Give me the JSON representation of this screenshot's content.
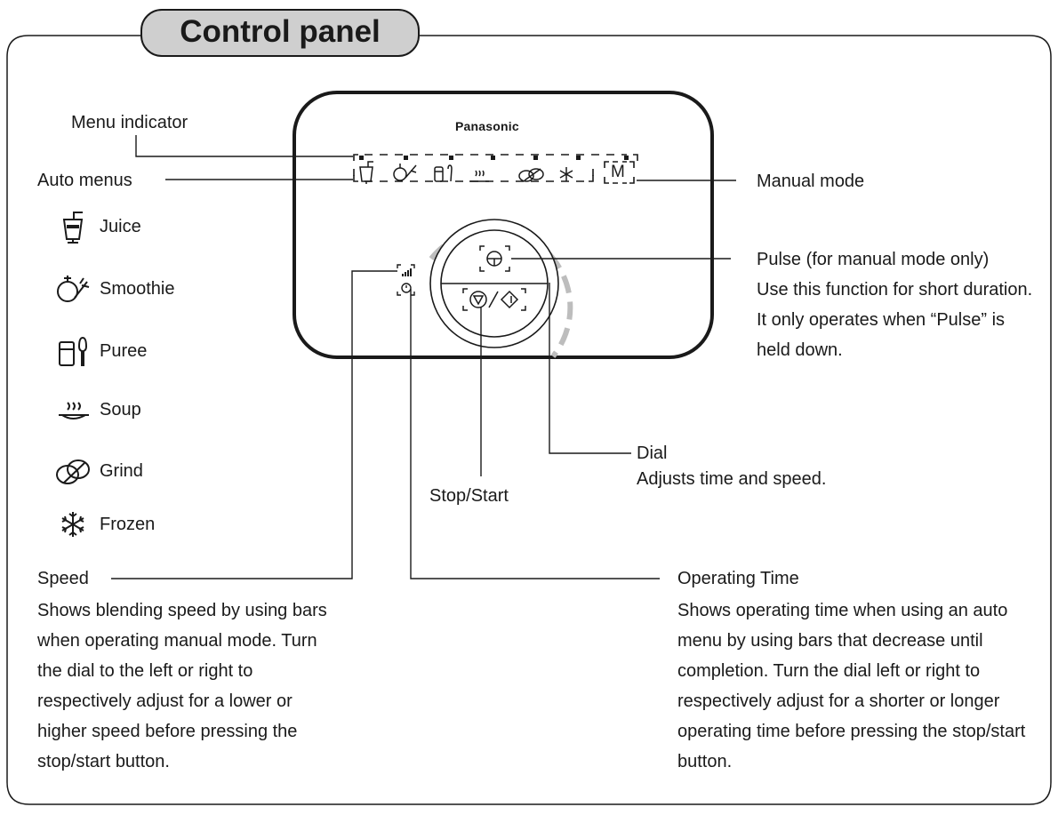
{
  "title": "Control panel",
  "panel": {
    "brand": "Panasonic",
    "manual_button_label": "M"
  },
  "labels": {
    "menu_indicator": "Menu indicator",
    "auto_menus": "Auto menus",
    "manual_mode": "Manual mode",
    "pulse": "Pulse (for manual mode only)",
    "dial": "Dial",
    "stop_start": "Stop/Start",
    "speed": "Speed",
    "operating_time": "Operating Time"
  },
  "descriptions": {
    "pulse": "Use this function for short duration. It only operates when “Pulse” is held down.",
    "dial": "Adjusts time and speed.",
    "speed": "Shows blending speed by using bars when operating manual mode. Turn the dial to the left or right to respectively adjust for a lower or higher speed before pressing the stop/start button.",
    "operating_time": "Shows operating time when using an auto menu by using bars that decrease until completion. Turn the dial left or right to respectively adjust for a shorter or longer operating time before pressing the stop/start button."
  },
  "auto_menus": [
    {
      "label": "Juice",
      "icon": "juice-icon"
    },
    {
      "label": "Smoothie",
      "icon": "smoothie-icon"
    },
    {
      "label": "Puree",
      "icon": "puree-icon"
    },
    {
      "label": "Soup",
      "icon": "soup-icon"
    },
    {
      "label": "Grind",
      "icon": "grind-icon"
    },
    {
      "label": "Frozen",
      "icon": "frozen-icon"
    }
  ],
  "colors": {
    "title_fill": "#cfcfcf",
    "line": "#1a1a1a",
    "dial_arc": "#bdbdbd"
  }
}
